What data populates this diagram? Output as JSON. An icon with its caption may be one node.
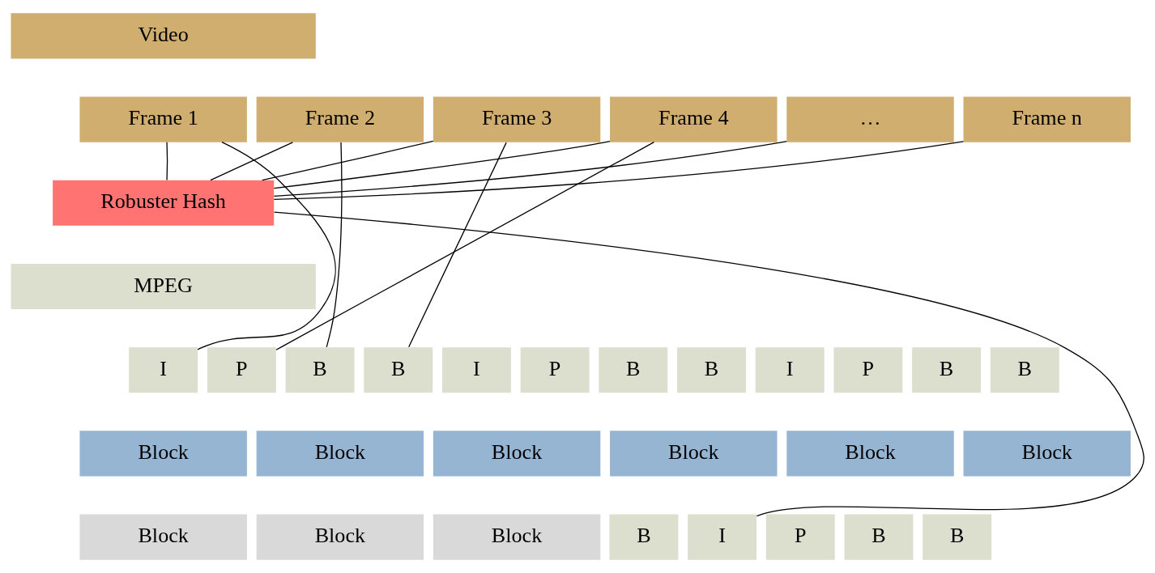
{
  "diagram": {
    "nodes": [
      {
        "text": [
          "Video"
        ]
      },
      {
        "text": [
          "Frame 1"
        ]
      },
      {
        "text": [
          "Frame 2"
        ]
      },
      {
        "text": [
          "Frame 3"
        ]
      },
      {
        "text": [
          "Frame 4"
        ]
      },
      {
        "text": [
          "…"
        ]
      },
      {
        "text": [
          "Frame n"
        ]
      },
      {
        "text": [
          "Robuster Hash"
        ]
      },
      {
        "text": [
          "MPEG"
        ]
      },
      {
        "text": [
          "I"
        ]
      },
      {
        "text": [
          "P"
        ]
      },
      {
        "text": [
          "B"
        ]
      },
      {
        "text": [
          "B"
        ]
      },
      {
        "text": [
          "I"
        ]
      },
      {
        "text": [
          "P"
        ]
      },
      {
        "text": [
          "B"
        ]
      },
      {
        "text": [
          "B"
        ]
      },
      {
        "text": [
          "I"
        ]
      },
      {
        "text": [
          "P"
        ]
      },
      {
        "text": [
          "B"
        ]
      },
      {
        "text": [
          "B"
        ]
      },
      {
        "text": [
          "Block"
        ]
      },
      {
        "text": [
          "Block"
        ]
      },
      {
        "text": [
          "Block"
        ]
      },
      {
        "text": [
          "Block"
        ]
      },
      {
        "text": [
          "Block"
        ]
      },
      {
        "text": [
          "Block"
        ]
      },
      {
        "text": [
          "Block"
        ]
      },
      {
        "text": [
          "Block"
        ]
      },
      {
        "text": [
          "Block"
        ]
      },
      {
        "text": [
          "B"
        ]
      },
      {
        "text": [
          "I"
        ]
      },
      {
        "text": [
          "P"
        ]
      },
      {
        "text": [
          "B"
        ]
      },
      {
        "text": [
          "B"
        ]
      }
    ],
    "edges": [
      {
        "from": 1,
        "to": 9,
        "arrow": "none"
      },
      {
        "from": 1,
        "to": 7,
        "arrow": "none"
      },
      {
        "from": 2,
        "to": 11,
        "arrow": "none"
      },
      {
        "from": 2,
        "to": 7,
        "arrow": "none"
      },
      {
        "from": 3,
        "to": 12,
        "arrow": "none"
      },
      {
        "from": 3,
        "to": 7,
        "arrow": "none"
      },
      {
        "from": 4,
        "to": 10,
        "arrow": "none"
      },
      {
        "from": 4,
        "to": 7,
        "arrow": "none"
      },
      {
        "from": 5,
        "to": 7,
        "arrow": "none"
      },
      {
        "from": 6,
        "to": 7,
        "arrow": "none"
      },
      {
        "from": 7,
        "to": 31,
        "arrow": "none"
      }
    ]
  }
}
